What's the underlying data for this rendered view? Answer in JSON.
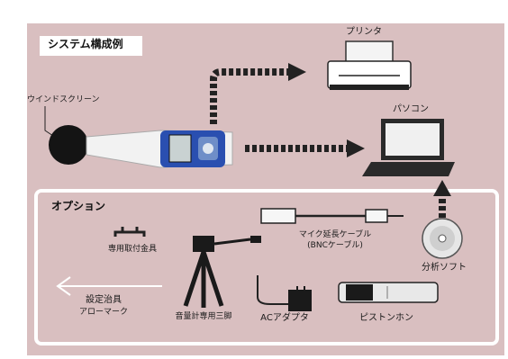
{
  "title": "システム構成例",
  "labels": {
    "windscreen": "ウインドスクリーン",
    "printer": "プリンタ",
    "pc": "パソコン",
    "options": "オプション",
    "mount": "専用取付金具",
    "cable_line1": "マイク延長ケーブル",
    "cable_line2": "(BNCケーブル)",
    "software": "分析ソフト",
    "tool_line1": "設定治具",
    "tool_line2": "アローマーク",
    "tripod": "音量計専用三脚",
    "adapter": "ACアダプタ",
    "pistonphone": "ピストンホン"
  },
  "colors": {
    "background": "#d9bfc0",
    "option_border": "#ffffff",
    "arrow_dots": "#222222",
    "meter_blue": "#2a4fb0"
  }
}
